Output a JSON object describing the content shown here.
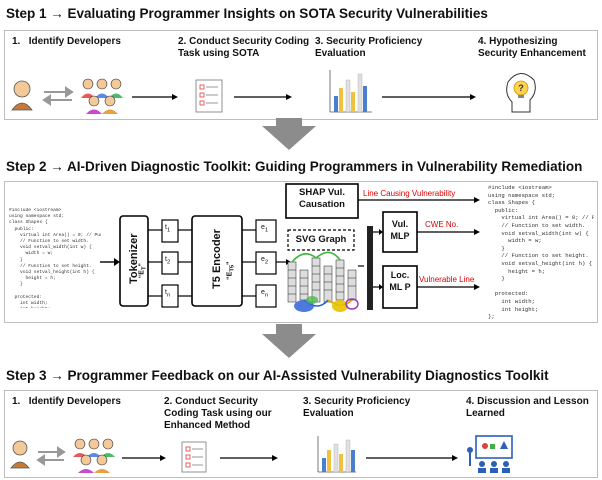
{
  "step1": {
    "title": "Step 1 → Evaluating Programmer Insights on SOTA Security Vulnerabilities",
    "items": [
      {
        "num": "1.",
        "label": "Identify Developers"
      },
      {
        "num": "2.",
        "label": "Conduct Security Coding Task using SOTA"
      },
      {
        "num": "3.",
        "label": "Security Proficiency Evaluation"
      },
      {
        "num": "4.",
        "label": "Hypothesizing Security Enhancement"
      }
    ]
  },
  "step2": {
    "title": "Step 2 → AI-Driven Diagnostic Toolkit: Guiding Programmers in Vulnerability Remediation",
    "tokenizer_label": "Tokenizer",
    "tokenizer_sub": "“E",
    "tokenizer_subscript": "T",
    "tokens": [
      "t",
      "t",
      "t"
    ],
    "token_subs": [
      "1",
      "2",
      "n"
    ],
    "encoder_label": "T5 Encoder",
    "encoder_sub": "“E",
    "encoder_subscript": "T5",
    "embeddings": [
      "e",
      "e",
      "e"
    ],
    "embedding_subs": [
      "1",
      "2",
      "n"
    ],
    "shap_label": "SHAP Vul. Causation",
    "svg_label": "SVG Graph",
    "vul_mlp_label": "Vul. MLP",
    "loc_mlp_label": "Loc. ML P",
    "out_line_causing": "Line Causing Vulnerability",
    "out_cwe": "CWE No.",
    "out_vuln_line": "Vulnerable Line",
    "code_left": "#include <iostream>\nusing namespace std;\nclass Shapes {\n  public:\n    virtual int Area() = 0; // Pure\n    // Function to set width.\n    void setval_width(int w) {\n      width = w;\n    }\n    // Function to set height.\n    void setval_height(int h) {\n      height = h;\n    }\n\n  protected:\n    int width;\n    int height;\n};",
    "code_right": "#include <iostream>\nusing namespace std;\nclass Shapes {\n  public:\n    virtual int Area() = 0; // Pure\n    // Function to set width.\n    void setval_width(int w) {\n      width = w;\n    }\n    // Function to set height.\n    void setval_height(int h) {\n      height = h;\n    }\n\n  protected:\n    int width;\n    int height;\n};"
  },
  "step3": {
    "title": "Step 3 → Programmer Feedback on our AI-Assisted Vulnerability Diagnostics Toolkit",
    "items": [
      {
        "num": "1.",
        "label": "Identify Developers"
      },
      {
        "num": "2.",
        "label": "Conduct Security Coding Task using our Enhanced Method"
      },
      {
        "num": "3.",
        "label": "Security Proficiency Evaluation"
      },
      {
        "num": "4.",
        "label": "Discussion and Lesson Learned"
      }
    ]
  },
  "icons": [
    "developers-icon",
    "checklist-icon",
    "bar-chart-icon",
    "lightbulb-head-icon",
    "presentation-icon",
    "down-arrow-icon"
  ],
  "colors": {
    "accent_red": "#e00000",
    "arrow_gray": "#8c8c8c",
    "panel_border": "#bdbdbd"
  }
}
